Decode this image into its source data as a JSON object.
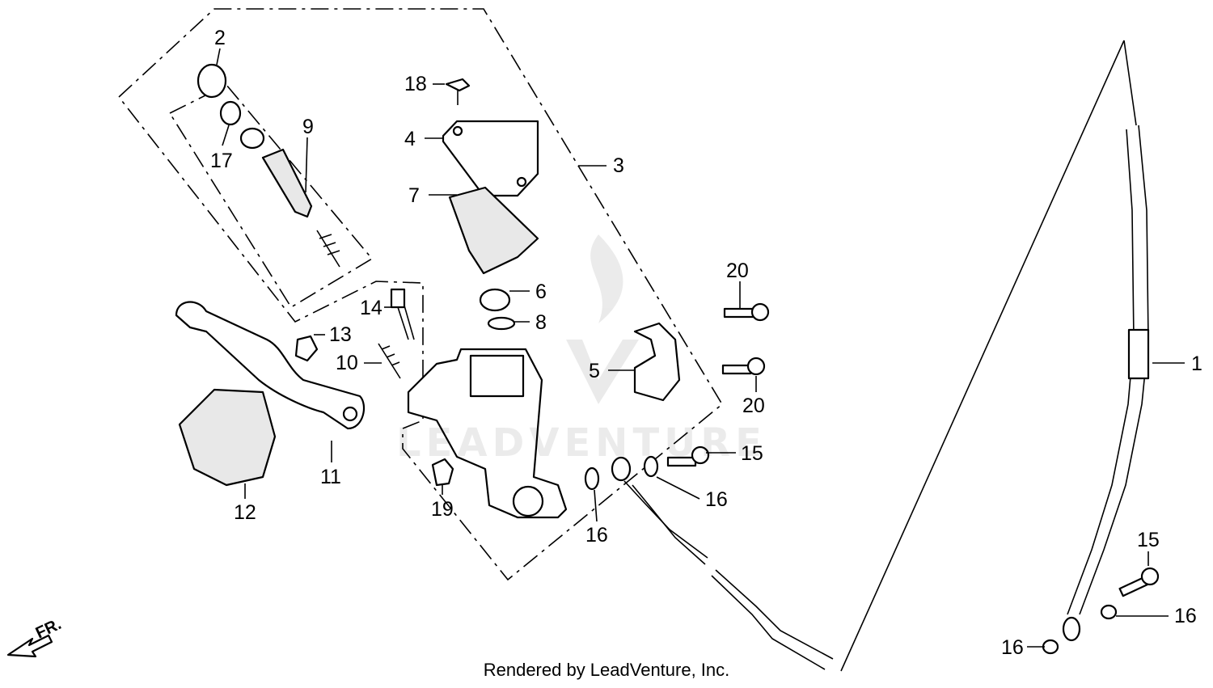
{
  "callouts": {
    "c1": "1",
    "c2": "2",
    "c3": "3",
    "c4": "4",
    "c5": "5",
    "c6": "6",
    "c7": "7",
    "c8": "8",
    "c9": "9",
    "c10": "10",
    "c11": "11",
    "c12": "12",
    "c13": "13",
    "c14": "14",
    "c15a": "15",
    "c15b": "15",
    "c16a": "16",
    "c16b": "16",
    "c16c": "16",
    "c16d": "16",
    "c17": "17",
    "c18": "18",
    "c19": "19",
    "c20a": "20",
    "c20b": "20"
  },
  "direction_marker": "FR.",
  "watermark": "LEADVENTURE",
  "footer": "Rendered by LeadVenture, Inc.",
  "icons": [
    "direction-arrow-icon",
    "leadventure-flame-watermark"
  ]
}
